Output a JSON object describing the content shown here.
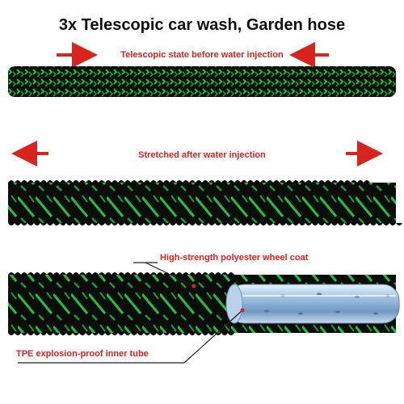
{
  "title": "3x Telescopic car wash, Garden hose",
  "labels": {
    "before": "Telescopic state before water injection",
    "after": "Stretched after water injection",
    "coat": "High-strength polyester wheel coat",
    "tube": "TPE explosion-proof inner tube"
  },
  "colors": {
    "accent_red": "#d9231d",
    "hose_black": "#0c0f0c",
    "hose_green": "#1fbf3a",
    "inner_tube": "#8fb4d8"
  }
}
